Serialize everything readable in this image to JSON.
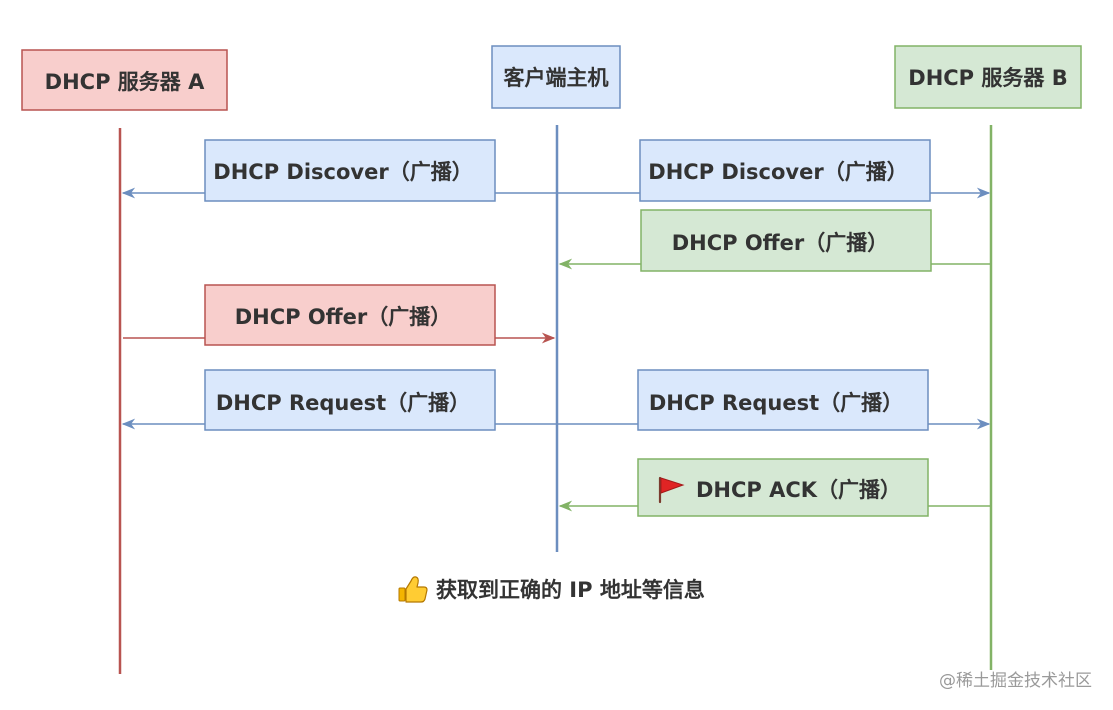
{
  "actors": {
    "server_a": {
      "label": "DHCP 服务器 A"
    },
    "client": {
      "label": "客户端主机"
    },
    "server_b": {
      "label": "DHCP 服务器 B"
    }
  },
  "messages": [
    {
      "label": "DHCP Discover（广播）",
      "from": "client",
      "to": "server_a"
    },
    {
      "label": "DHCP Discover（广播）",
      "from": "client",
      "to": "server_b"
    },
    {
      "label": "DHCP Offer（广播）",
      "from": "server_b",
      "to": "client"
    },
    {
      "label": "DHCP Offer（广播）",
      "from": "server_a",
      "to": "client"
    },
    {
      "label": "DHCP Request（广播）",
      "from": "client",
      "to": "server_a"
    },
    {
      "label": "DHCP Request（广播）",
      "from": "client",
      "to": "server_b"
    },
    {
      "label": "DHCP ACK（广播）",
      "from": "server_b",
      "to": "client"
    }
  ],
  "note": {
    "text": "获取到正确的 IP 地址等信息",
    "icon": "thumbs-up-icon"
  },
  "ack_icon": "red-flag-icon",
  "watermark": "@稀土掘金技术社区",
  "colors": {
    "red_fill": "#f8cecc",
    "red_stroke": "#b85450",
    "blue_fill": "#dae8fc",
    "blue_stroke": "#6c8ebf",
    "green_fill": "#d5e8d4",
    "green_stroke": "#82b366",
    "text": "#333333"
  }
}
